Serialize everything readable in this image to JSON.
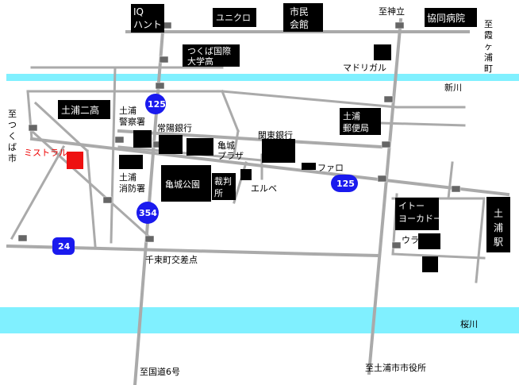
{
  "colors": {
    "road": "#aaaaaa",
    "river": "#80f0ff",
    "building": "#000000",
    "route_badge": "#1a1aee",
    "highlight": "#ee1111",
    "highlight_text": "#ee0000"
  },
  "buildings": {
    "iq_hunt": [
      "IQ",
      "ハント"
    ],
    "uniqlo": "ユニクロ",
    "shimin_kaikan": [
      "市民",
      "会館"
    ],
    "kyodo_byoin": "協同病院",
    "tsukuba_kokusai": [
      "つくば国際",
      "大学高"
    ],
    "tsuchiura_nikou": "土浦二高",
    "tsuchiura_yubinkyoku": [
      "土浦",
      "郵便局"
    ],
    "kijo_koen": "亀城公園",
    "saibansho": [
      "裁判",
      "所"
    ],
    "ito_yokado": [
      "イトー",
      "ヨーカドー"
    ],
    "tsuchiura_eki": [
      "土",
      "浦",
      "駅"
    ]
  },
  "labels": {
    "shikanda": "至神立",
    "kasumigaura": [
      "至",
      "霞",
      "ヶ",
      "浦",
      "町"
    ],
    "madrigal": "マドリガル",
    "shinkawa": "新川",
    "tsukuba": [
      "至",
      "つ",
      "く",
      "ば",
      "市"
    ],
    "keisatsu": [
      "土浦",
      "警察署"
    ],
    "joyo_ginko": "常陽銀行",
    "kanto_ginko": "関東銀行",
    "kijo_plaza": [
      "亀城",
      "プラザ"
    ],
    "mistral": "ミストラル",
    "faro": "ファロ",
    "shobo": [
      "土浦",
      "消防署"
    ],
    "elbe": "エルベ",
    "ulala": "ウララ",
    "senzoku_crossing": "千束町交差点",
    "sakuragawa": "桜川",
    "kokudo6": "至国道6号",
    "shiyakusho": "至土浦市市役所"
  },
  "routes": {
    "r125_top": "125",
    "r125_right": "125",
    "r354": "354",
    "r24": "24"
  },
  "icons": [
    "traffic-light-icon"
  ]
}
